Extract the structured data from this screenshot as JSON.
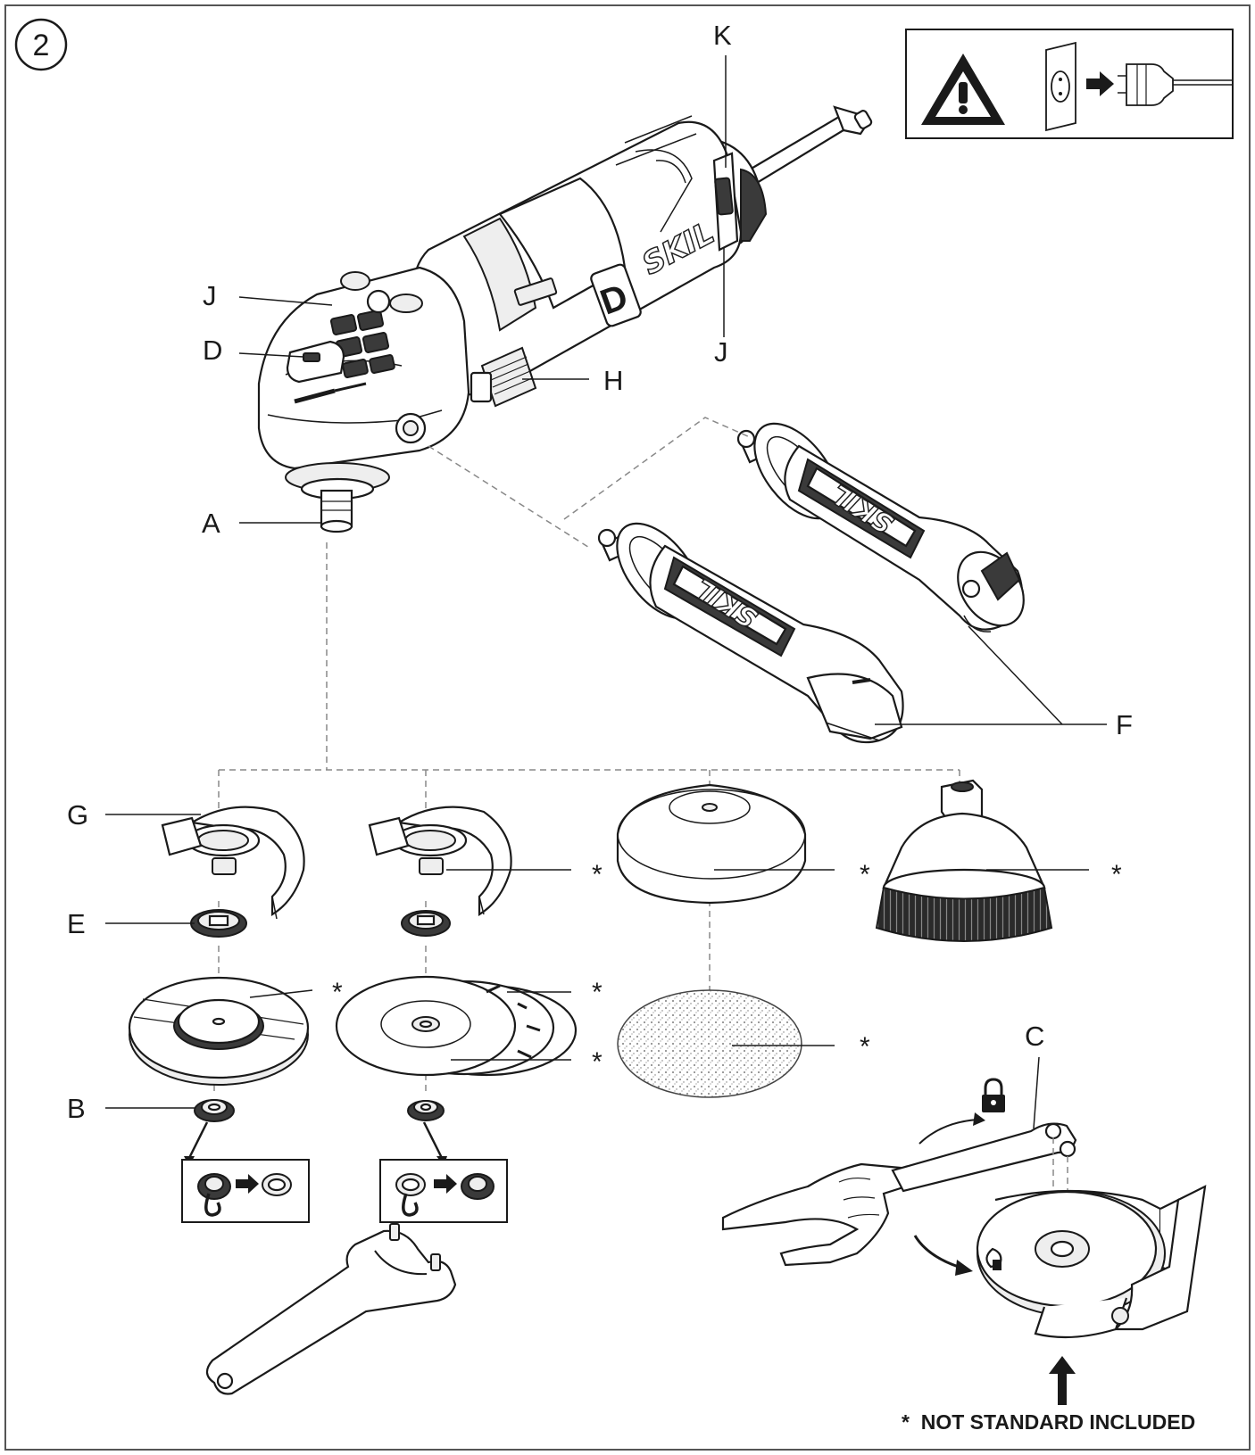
{
  "figure_number": "2",
  "labels": {
    "K": "K",
    "J_top": "J",
    "D": "D",
    "J_switch": "J",
    "H": "H",
    "A": "A",
    "F": "F",
    "G": "G",
    "E": "E",
    "B": "B",
    "C": "C"
  },
  "brand_text": "SKIL",
  "asterisk": "*",
  "footnote": "*  NOT STANDARD INCLUDED",
  "icons": {
    "warning": "warning-triangle-icon",
    "unplug": "unplug-icon",
    "lock": "padlock-icon"
  }
}
